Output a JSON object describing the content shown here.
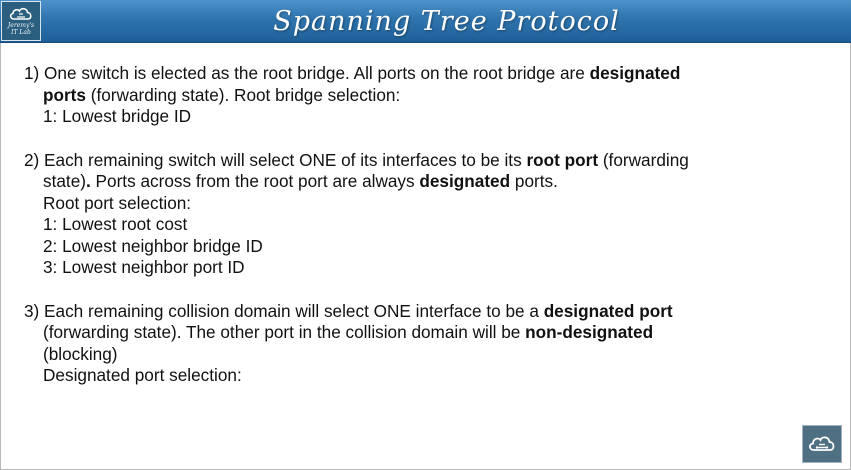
{
  "header": {
    "title": "Spanning Tree Protocol",
    "logo_line1": "Jeremy's",
    "logo_line2": "IT Lab",
    "logo_icon": "cloud-network-icon"
  },
  "sections": [
    {
      "lines": [
        [
          {
            "t": "1) One switch is elected as the root bridge.  All ports on the root bridge are "
          },
          {
            "t": "designated",
            "b": true
          }
        ],
        [
          {
            "t": "ports",
            "b": true
          },
          {
            "t": " (forwarding state).  Root bridge selection:"
          }
        ],
        [
          {
            "t": "1: Lowest bridge ID"
          }
        ]
      ]
    },
    {
      "lines": [
        [
          {
            "t": "2) Each remaining switch will select ONE of its interfaces to be its "
          },
          {
            "t": "root port",
            "b": true
          },
          {
            "t": " (forwarding"
          }
        ],
        [
          {
            "t": "state)"
          },
          {
            "t": ".",
            "b": true
          },
          {
            "t": "  Ports across from the root port are always "
          },
          {
            "t": "designated",
            "b": true
          },
          {
            "t": " ports."
          }
        ],
        [
          {
            "t": "Root port selection:"
          }
        ],
        [
          {
            "t": "1: Lowest root cost"
          }
        ],
        [
          {
            "t": "2: Lowest neighbor bridge ID"
          }
        ],
        [
          {
            "t": "3: Lowest neighbor port ID"
          }
        ]
      ]
    },
    {
      "lines": [
        [
          {
            "t": "3) Each remaining collision domain will select ONE interface to be a "
          },
          {
            "t": "designated port",
            "b": true
          }
        ],
        [
          {
            "t": "(forwarding state).  The other port in the collision domain will be "
          },
          {
            "t": "non-designated",
            "b": true
          }
        ],
        [
          {
            "t": "(blocking)"
          }
        ],
        [
          {
            "t": "Designated port selection:"
          }
        ]
      ]
    }
  ],
  "corner_icon": "cloud-network-icon"
}
